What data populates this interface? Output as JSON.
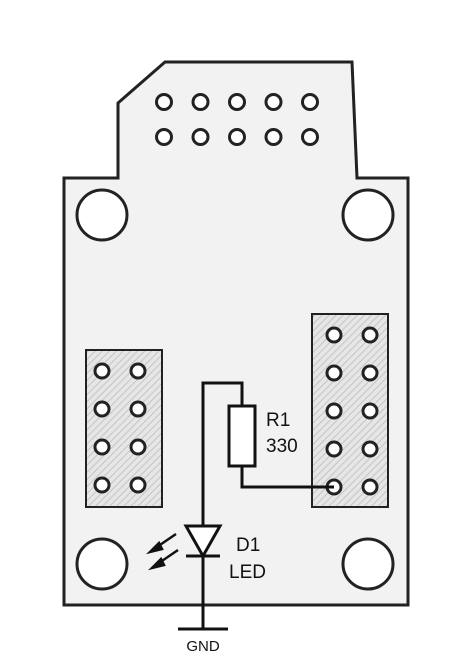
{
  "colors": {
    "board_fill": "#f2f2f2",
    "outline": "#222222",
    "header_fill": "#e6e6e6",
    "header_hatch": "#c4c4c4",
    "pin_fill": "#ffffff"
  },
  "components": {
    "resistor": {
      "ref": "R1",
      "value": "330"
    },
    "led": {
      "ref": "D1",
      "value": "LED"
    },
    "ground": {
      "label": "GND"
    }
  },
  "connectors": {
    "top_header": {
      "rows": 2,
      "cols": 5
    },
    "left_header": {
      "rows": 4,
      "cols": 2
    },
    "right_header": {
      "rows": 5,
      "cols": 2
    }
  },
  "mounting_holes": 4
}
